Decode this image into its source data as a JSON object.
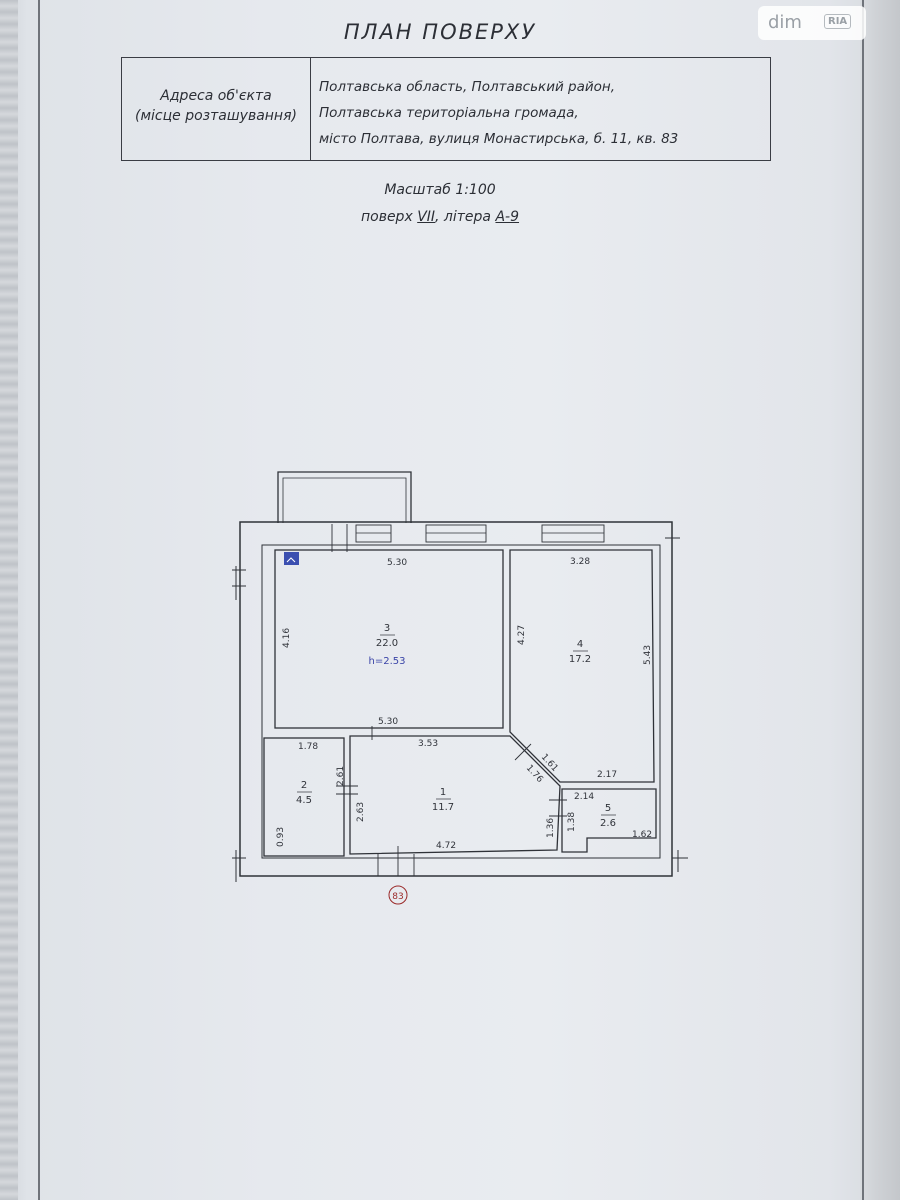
{
  "document": {
    "title": "ПЛАН ПОВЕРХУ",
    "address_label_line1": "Адреса об'єкта",
    "address_label_line2": "(місце розташування)",
    "address_line1": "Полтавська область, Полтавський район,",
    "address_line2": "Полтавська територіальна громада,",
    "address_line3": "місто Полтава, вулиця Монастирська, б. 11, кв. 83",
    "scale": "Масштаб 1:100",
    "floor_prefix": "поверх",
    "floor_value": "VII",
    "letter_prefix": ", літера",
    "letter_value": "А-9"
  },
  "watermark": {
    "dim": "dim",
    "ria": "RIA"
  },
  "plan": {
    "rooms": [
      {
        "number": "3",
        "area": "22.0",
        "height": "h=2.53"
      },
      {
        "number": "4",
        "area": "17.2"
      },
      {
        "number": "2",
        "area": "4.5"
      },
      {
        "number": "1",
        "area": "11.7"
      },
      {
        "number": "5",
        "area": "2.6"
      }
    ],
    "dimensions": {
      "r3_top": "5.30",
      "r3_left": "4.16",
      "r3_bottom": "5.30",
      "r4_top": "3.28",
      "r4_left": "4.27",
      "r4_right": "5.43",
      "r4_bottom": "2.17",
      "r2_top": "1.78",
      "r2_right": "2.61",
      "r2_left": "0.93",
      "r1_top": "3.53",
      "r1_left": "2.63",
      "r1_diag_a": "1.61",
      "r1_diag_b": "1.76",
      "r1_right": "1.36",
      "r1_bottom": "4.72",
      "r5_top": "2.14",
      "r5_left": "1.38",
      "r5_bottom": "1.62"
    },
    "apartment_number": "83",
    "stair_icon": "stair-icon"
  }
}
